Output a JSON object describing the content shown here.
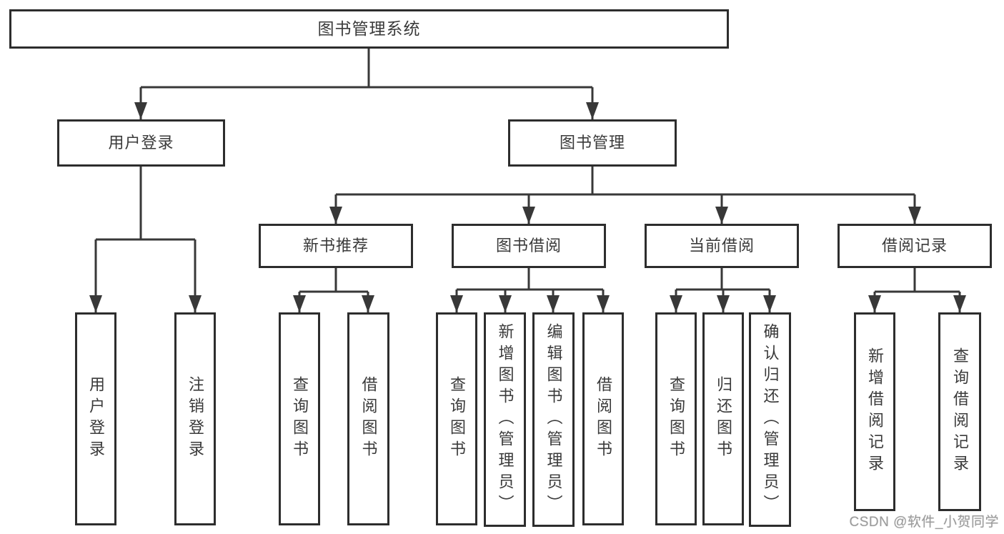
{
  "diagram": {
    "root": {
      "label": "图书管理系统"
    },
    "level2": [
      {
        "label": "用户登录"
      },
      {
        "label": "图书管理"
      }
    ],
    "level3": [
      {
        "label": "新书推荐"
      },
      {
        "label": "图书借阅"
      },
      {
        "label": "当前借阅"
      },
      {
        "label": "借阅记录"
      }
    ],
    "leaves_user": [
      {
        "label": "用户登录"
      },
      {
        "label": "注销登录"
      }
    ],
    "leaves_new_books": [
      {
        "label": "查询图书"
      },
      {
        "label": "借阅图书"
      }
    ],
    "leaves_borrow": [
      {
        "label": "查询图书"
      },
      {
        "label": "新增图书（管理员）"
      },
      {
        "label": "编辑图书（管理员）"
      },
      {
        "label": "借阅图书"
      }
    ],
    "leaves_current": [
      {
        "label": "查询图书"
      },
      {
        "label": "归还图书"
      },
      {
        "label": "确认归还（管理员）"
      }
    ],
    "leaves_records": [
      {
        "label": "新增借阅记录"
      },
      {
        "label": "查询借阅记录"
      }
    ]
  },
  "watermark": "CSDN @软件_小贺同学",
  "colors": {
    "line": "#383838",
    "box_border": "#2d2d2d",
    "box_fill": "#ffffff",
    "text": "#3a3a3a",
    "watermark": "#9b9b9b"
  }
}
